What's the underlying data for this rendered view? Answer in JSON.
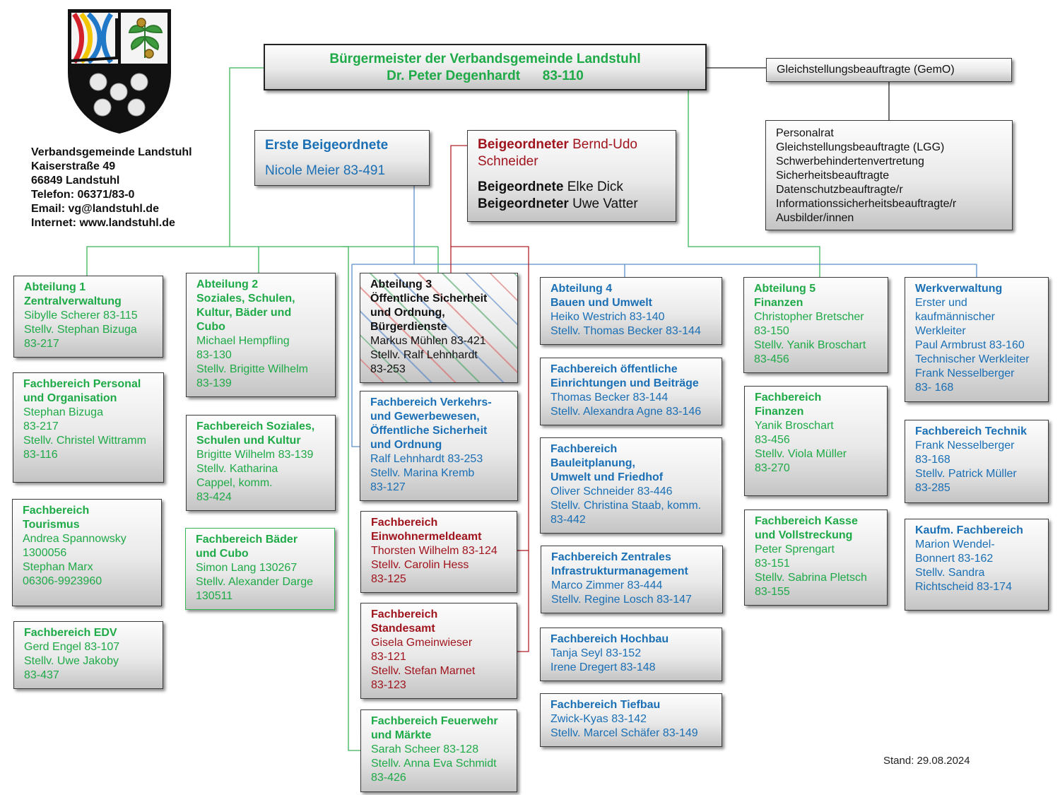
{
  "header": {
    "mayor_line1": "Bürgermeister der Verbandsgemeinde Landstuhl",
    "mayor_line2": "Dr. Peter Degenhardt      83-110"
  },
  "address": [
    "Verbandsgemeinde Landstuhl",
    "Kaiserstraße 49",
    "66849 Landstuhl",
    "Telefon: 06371/83-0",
    "Email: vg@landstuhl.de",
    "Internet: www.landstuhl.de"
  ],
  "equality_officer": "Gleichstellungsbeauftragte (GemO)",
  "staff_council": [
    "Personalrat",
    "Gleichstellungsbeauftragte (LGG)",
    "Schwerbehindertenvertretung",
    "Sicherheitsbeauftragte",
    "Datenschutzbeauftragte/r",
    "Informationssicherheitsbeauftragte/r",
    "Ausbilder/innen"
  ],
  "first_deputy": {
    "title": "Erste Beigeordnete",
    "name": "Nicole Meier 83-491"
  },
  "deputies": {
    "d1_label": "Beigeordneter",
    "d1_name": " Bernd-Udo Schneider",
    "d2_label": "Beigeordnete",
    "d2_name": " Elke Dick",
    "d3_label": "Beigeordneter",
    "d3_name": " Uwe Vatter"
  },
  "units": {
    "a1": {
      "title": "Abteilung 1\nZentralverwaltung",
      "body": "Sibylle Scherer 83-115\nStellv. Stephan Bizuga\n83-217"
    },
    "fb_personal": {
      "title": "Fachbereich Personal\nund Organisation",
      "body": "Stephan Bizuga\n83-217\nStellv. Christel Wittramm\n83-116"
    },
    "fb_tourismus": {
      "title": "Fachbereich\nTourismus",
      "body": "Andrea Spannowsky\n1300056\nStephan Marx\n06306-9923960"
    },
    "fb_edv": {
      "title": "Fachbereich EDV",
      "body": "Gerd Engel 83-107\nStellv. Uwe Jakoby\n83-437"
    },
    "a2": {
      "title": "Abteilung 2\nSoziales, Schulen,\nKultur, Bäder und\nCubo",
      "body": "Michael Hempfling\n83-130\nStellv. Brigitte Wilhelm\n83-139"
    },
    "fb_soziales": {
      "title": "Fachbereich Soziales,\nSchulen und Kultur",
      "body": "Brigitte Wilhelm 83-139\nStellv. Katharina\nCappel, komm.\n83-424"
    },
    "fb_baeder": {
      "title": "Fachbereich Bäder\nund Cubo",
      "body": "Simon Lang 130267\nStellv. Alexander Darge\n130511"
    },
    "a3": {
      "title": "Abteilung 3\nÖffentliche Sicherheit\nund Ordnung,\nBürgerdienste",
      "body": "Markus Mühlen 83-421\nStellv. Ralf Lehnhardt\n83-253"
    },
    "fb_verkehr": {
      "title": "Fachbereich Verkehrs-\nund Gewerbewesen,\nÖffentliche Sicherheit\nund Ordnung",
      "body": "Ralf Lehnhardt 83-253\nStellv. Marina Kremb\n83-127"
    },
    "fb_einwohner": {
      "title": "Fachbereich\nEinwohnermeldeamt",
      "body": "Thorsten Wilhelm 83-124\nStellv. Carolin Hess\n83-125"
    },
    "fb_standesamt": {
      "title": "Fachbereich\nStandesamt",
      "body": "Gisela Gmeinwieser\n83-121\nStellv. Stefan Marnet\n83-123"
    },
    "fb_feuerwehr": {
      "title": "Fachbereich Feuerwehr\nund Märkte",
      "body": "Sarah Scheer 83-128\nStellv. Anna Eva Schmidt\n83-426"
    },
    "a4": {
      "title": "Abteilung 4\nBauen und Umwelt",
      "body": "Heiko Westrich 83-140\nStellv. Thomas Becker 83-144"
    },
    "fb_oeffentlich": {
      "title": "Fachbereich öffentliche\nEinrichtungen und Beiträge",
      "body": "Thomas Becker 83-144\nStellv. Alexandra Agne 83-146"
    },
    "fb_bauleit": {
      "title": "Fachbereich\nBauleitplanung,\nUmwelt und Friedhof",
      "body": "Oliver Schneider 83-446\nStellv. Christina Staab, komm.\n83-442"
    },
    "fb_infra": {
      "title": "Fachbereich Zentrales\nInfrastrukturmanagement",
      "body": "Marco Zimmer 83-444\nStellv. Regine Losch 83-147"
    },
    "fb_hochbau": {
      "title": "Fachbereich Hochbau",
      "body": "Tanja Seyl 83-152\nIrene Dregert 83-148"
    },
    "fb_tiefbau": {
      "title": "Fachbereich Tiefbau",
      "body": "Zwick-Kyas 83-142\nStellv. Marcel Schäfer 83-149"
    },
    "a5": {
      "title": "Abteilung 5\nFinanzen",
      "body": "Christopher Bretscher\n83-150\nStellv. Yanik Broschart\n83-456"
    },
    "fb_finanzen": {
      "title": "Fachbereich\nFinanzen",
      "body": "Yanik Broschart\n83-456\nStellv. Viola Müller\n83-270"
    },
    "fb_kasse": {
      "title": "Fachbereich Kasse\nund Vollstreckung",
      "body": "Peter Sprengart\n83-151\nStellv. Sabrina Pletsch\n83-155"
    },
    "werk": {
      "title": "Werkverwaltung",
      "body": "Erster und\nkaufmännischer\nWerkleiter\nPaul Armbrust 83-160\nTechnischer Werkleiter\nFrank Nesselberger\n83- 168"
    },
    "fb_technik": {
      "title": "Fachbereich Technik",
      "body": "Frank Nesselberger\n83-168\nStellv. Patrick Müller\n83-285"
    },
    "fb_kaufm": {
      "title": "Kaufm. Fachbereich",
      "body": "Marion Wendel-\nBonnert 83-162\nStellv. Sandra\nRichtscheid 83-174"
    }
  },
  "stand": "Stand: 29.08.2024",
  "colors": {
    "green": "#1faa48",
    "blue": "#1a6fb5",
    "red": "#a0141e"
  }
}
